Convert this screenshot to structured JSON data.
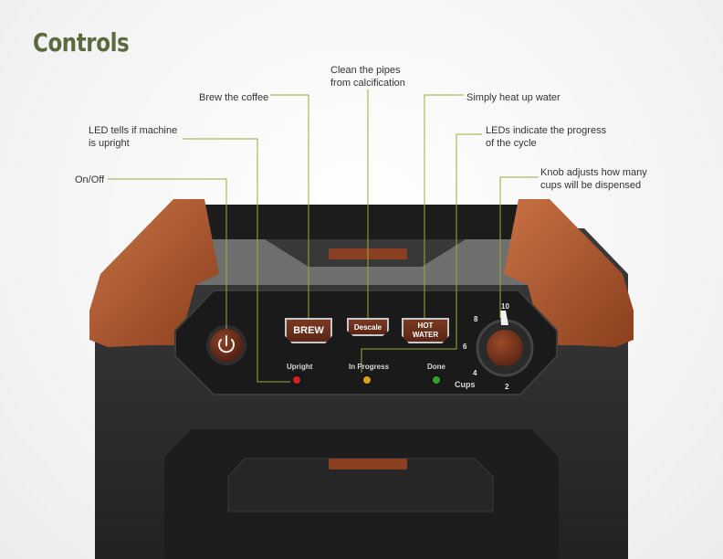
{
  "title": "Controls",
  "callouts": {
    "descale": "Clean the pipes\nfrom calcification",
    "brew": "Brew the coffee",
    "hot_water": "Simply heat up water",
    "upright": "LED tells if machine\nis upright",
    "progress": "LEDs indicate the progress\nof the cycle",
    "onoff": "On/Off",
    "knob": "Knob adjusts how many\ncups will be dispensed"
  },
  "panel": {
    "brew_label": "BREW",
    "descale_label": "Descale",
    "hot_water_label": "HOT\nWATER",
    "upright_label": "Upright",
    "in_progress_label": "In Progress",
    "done_label": "Done",
    "cups_label": "Cups",
    "dial_numbers": [
      "10",
      "8",
      "6",
      "4",
      "2"
    ]
  },
  "colors": {
    "accent": "#5b6a3f",
    "callout_line": "#9aab3a",
    "body": "#2b2b2b",
    "copper": "#b35f35",
    "led_upright": "#d62222",
    "led_progress": "#d6a21c",
    "led_done": "#2fa32a"
  },
  "icons": {
    "power": "power-icon"
  }
}
